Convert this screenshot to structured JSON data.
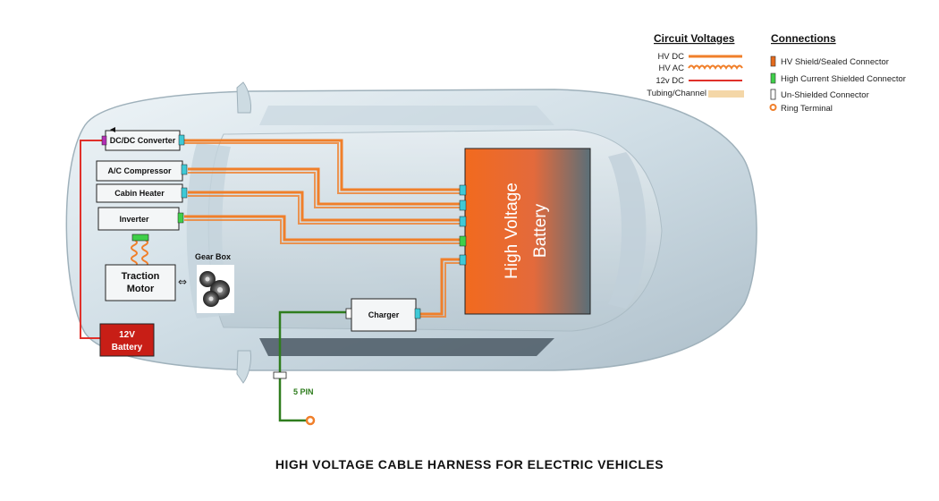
{
  "legend": {
    "voltages_title": "Circuit Voltages",
    "connections_title": "Connections",
    "voltages": [
      {
        "label": "HV DC",
        "color": "#f07f2a",
        "style": "solid"
      },
      {
        "label": "HV AC",
        "color": "#f07f2a",
        "style": "coil"
      },
      {
        "label": "12v DC",
        "color": "#e0302a",
        "style": "solid"
      },
      {
        "label": "Tubing/Channel",
        "color": "#f4d7a8",
        "style": "band"
      }
    ],
    "connections": [
      {
        "label": "HV Shield/Sealed Connector",
        "color": "#e46a1c"
      },
      {
        "label": "High Current Shielded Connector",
        "color": "#3fcf4a"
      },
      {
        "label": "Un-Shielded Connector",
        "color": "#ffffff"
      },
      {
        "label": "Ring Terminal",
        "color": "#f07f2a"
      }
    ]
  },
  "components": {
    "dcdc": "DC/DC Converter",
    "ac": "A/C Compressor",
    "heater": "Cabin Heater",
    "inverter": "Inverter",
    "motor_line1": "Traction",
    "motor_line2": "Motor",
    "gearbox": "Gear Box",
    "battery12_line1": "12V",
    "battery12_line2": "Battery",
    "hv_line1": "High Voltage",
    "hv_line2": "Battery",
    "charger": "Charger",
    "pin": "5 PIN"
  },
  "colors": {
    "hv_dc": "#f07f2a",
    "dc12": "#e0302a",
    "charge_line": "#2f7d1e",
    "hv_connector": "#3fc9d6",
    "green_connector": "#3fcf4a",
    "battery12": "#c81e16",
    "car_body": "#d7e3ea"
  },
  "caption": "HIGH VOLTAGE CABLE HARNESS FOR ELECTRIC VEHICLES"
}
